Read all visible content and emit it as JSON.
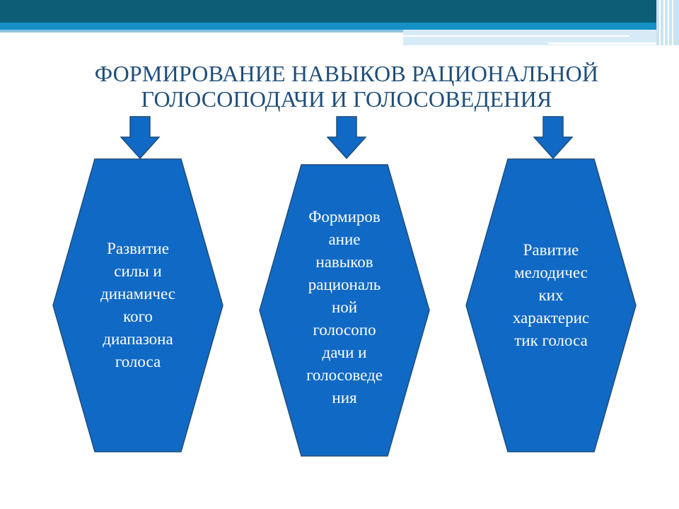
{
  "colors": {
    "header_dark": "#0b5e75",
    "header_light": "#1591c8",
    "shape_fill": "#1069c4",
    "shape_stroke": "#1f4e79",
    "title_text": "#1f4e79"
  },
  "title_lines": [
    "ФОРМИРОВАНИЕ НАВЫКОВ РАЦИОНАЛЬНОЙ",
    "ГОЛОСОПОДАЧИ И ГОЛОСОВЕДЕНИЯ"
  ],
  "arrows": [
    {
      "icon": "down-arrow-icon"
    },
    {
      "icon": "down-arrow-icon"
    },
    {
      "icon": "down-arrow-icon"
    }
  ],
  "blocks": [
    {
      "lines": [
        "Развитие",
        "силы и",
        "динамичес",
        "кого",
        "диапазона",
        "голоса"
      ]
    },
    {
      "lines": [
        "Формиров",
        "ание",
        "навыков",
        "рациональ",
        "ной",
        "голосопо",
        "дачи и",
        "голосоведе",
        "ния"
      ]
    },
    {
      "lines": [
        "Равитие",
        "мелодичес",
        "ких",
        "характерис",
        "тик голоса"
      ]
    }
  ]
}
